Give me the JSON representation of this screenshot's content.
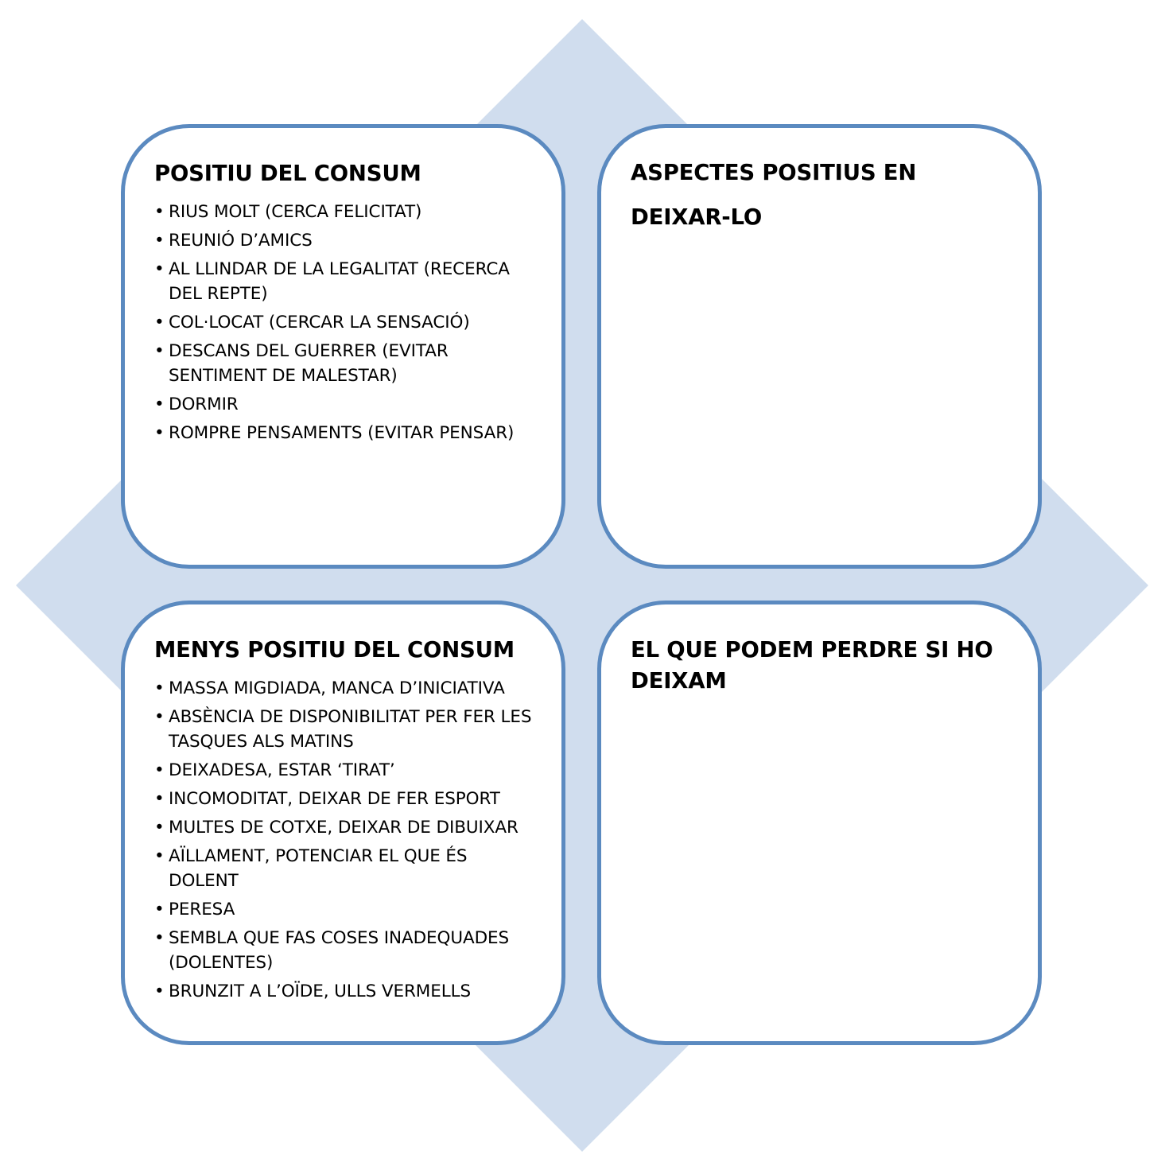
{
  "colors": {
    "diamond_fill": "#d0ddee",
    "box_border": "#5b8ac0",
    "box_fill": "#ffffff",
    "text": "#000000"
  },
  "quadrants": {
    "top_left": {
      "title": "POSITIU DEL CONSUM",
      "items": [
        "RIUS MOLT (CERCA FELICITAT)",
        "REUNIÓ D’AMICS",
        "AL LLINDAR DE LA LEGALITAT (RECERCA DEL REPTE)",
        "COL·LOCAT (CERCAR LA SENSACIÓ)",
        "DESCANS DEL GUERRER (EVITAR SENTIMENT DE MALESTAR)",
        "DORMIR",
        "ROMPRE PENSAMENTS (EVITAR PENSAR)"
      ]
    },
    "top_right": {
      "title": "ASPECTES POSITIUS EN DEIXAR-LO"
    },
    "bottom_left": {
      "title": "MENYS POSITIU DEL CONSUM",
      "items": [
        "MASSA MIGDIADA, MANCA D’INICIATIVA",
        "ABSÈNCIA DE DISPONIBILITAT PER FER LES TASQUES ALS MATINS",
        "DEIXADESA, ESTAR ‘TIRAT’",
        "INCOMODITAT, DEIXAR DE FER ESPORT",
        "MULTES DE COTXE, DEIXAR DE DIBUIXAR",
        "AÏLLAMENT, POTENCIAR EL QUE ÉS DOLENT",
        "PERESA",
        "SEMBLA QUE FAS COSES INADEQUADES (DOLENTES)",
        "BRUNZIT A L’OÏDE,  ULLS VERMELLS"
      ]
    },
    "bottom_right": {
      "title": "EL QUE PODEM PERDRE SI HO DEIXAM"
    }
  }
}
